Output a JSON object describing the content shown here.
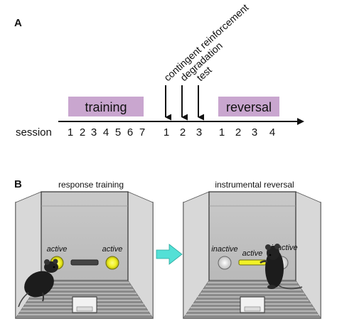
{
  "panel_a": {
    "letter": "A",
    "session_label": "session",
    "phases": [
      {
        "label": "training",
        "sessions": [
          "1",
          "2",
          "3",
          "4",
          "5",
          "6",
          "7"
        ]
      },
      {
        "label": "contingent reinforcement degradation test",
        "sessions": [
          "1",
          "2",
          "3"
        ]
      },
      {
        "label": "reversal",
        "sessions": [
          "1",
          "2",
          "3",
          "4"
        ]
      }
    ],
    "rotated_labels": [
      "contingent reinforcement",
      "degradation",
      "test"
    ],
    "colors": {
      "phase_box": "#c9a6cf",
      "axis": "#111111"
    }
  },
  "panel_b": {
    "letter": "B",
    "left_title": "response training",
    "right_title": "instrumental reversal",
    "left_labels": {
      "left_hole": "active",
      "right_hole": "active"
    },
    "right_labels": {
      "left_hole": "inactive",
      "middle": "active",
      "right_hole": "inactive"
    },
    "colors": {
      "active_light": "#f1f125",
      "inactive_light": "#f0f0f0",
      "arrow": "#53e0d6",
      "mouse": "#1c1c1c"
    }
  }
}
